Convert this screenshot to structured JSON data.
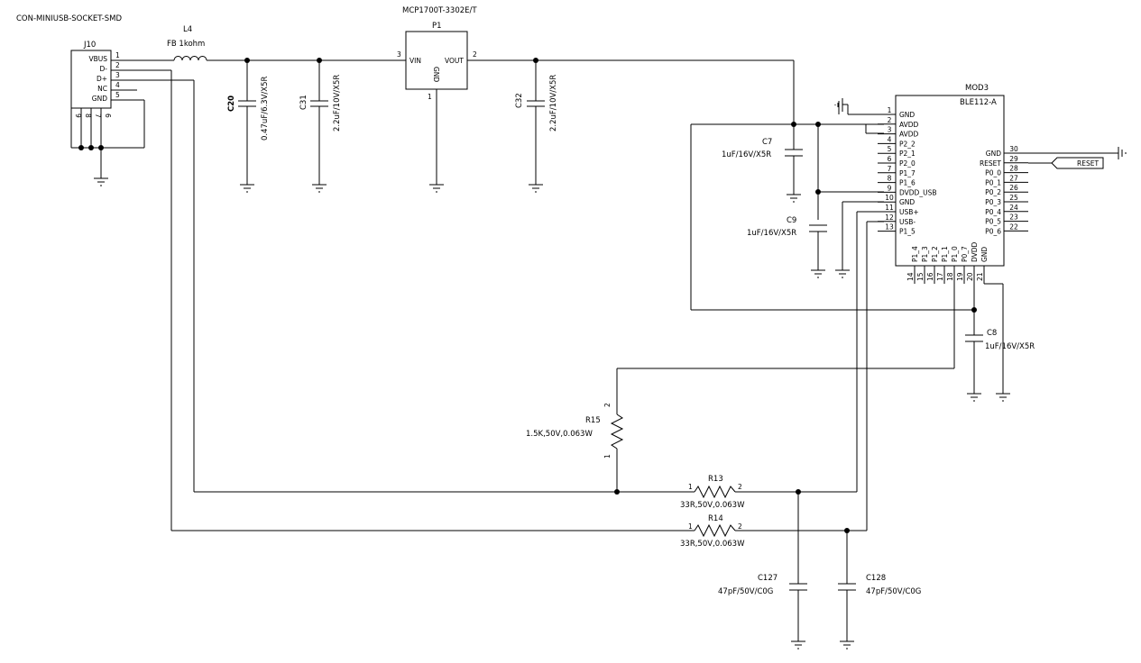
{
  "connector": {
    "title": "CON-MINIUSB-SOCKET-SMD",
    "ref": "J10",
    "pins": [
      "VBUS",
      "D-",
      "D+",
      "NC",
      "GND"
    ],
    "pin_numbers": [
      "1",
      "2",
      "3",
      "4",
      "5"
    ],
    "shield_pins": [
      "9",
      "8",
      "7",
      "6"
    ]
  },
  "ferrite": {
    "ref": "L4",
    "value": "FB 1kohm"
  },
  "regulator": {
    "part": "MCP1700T-3302E/T",
    "ref": "P1",
    "pin_vin": "VIN",
    "pin_vout": "VOUT",
    "pin_gnd": "GND",
    "pin_vin_num": "3",
    "pin_vout_num": "2",
    "pin_gnd_num": "1"
  },
  "caps": {
    "c20": {
      "ref": "C20",
      "value": "0.47uF/6.3V/X5R"
    },
    "c31": {
      "ref": "C31",
      "value": "2.2uF/10V/X5R"
    },
    "c32": {
      "ref": "C32",
      "value": "2.2uF/10V/X5R"
    },
    "c7": {
      "ref": "C7",
      "value": "1uF/16V/X5R"
    },
    "c9": {
      "ref": "C9",
      "value": "1uF/16V/X5R"
    },
    "c8": {
      "ref": "C8",
      "value": "1uF/16V/X5R"
    },
    "c127": {
      "ref": "C127",
      "value": "47pF/50V/C0G"
    },
    "c128": {
      "ref": "C128",
      "value": "47pF/50V/C0G"
    }
  },
  "module": {
    "ref": "MOD3",
    "part": "BLE112-A",
    "left_pins": [
      {
        "num": "1",
        "name": "GND"
      },
      {
        "num": "2",
        "name": "AVDD"
      },
      {
        "num": "3",
        "name": "AVDD"
      },
      {
        "num": "4",
        "name": "P2_2"
      },
      {
        "num": "5",
        "name": "P2_1"
      },
      {
        "num": "6",
        "name": "P2_0"
      },
      {
        "num": "7",
        "name": "P1_7"
      },
      {
        "num": "8",
        "name": "P1_6"
      },
      {
        "num": "9",
        "name": "DVDD_USB"
      },
      {
        "num": "10",
        "name": "GND"
      },
      {
        "num": "11",
        "name": "USB+"
      },
      {
        "num": "12",
        "name": "USB-"
      },
      {
        "num": "13",
        "name": "P1_5"
      }
    ],
    "right_pins": [
      {
        "num": "30",
        "name": "GND"
      },
      {
        "num": "29",
        "name": "RESET"
      },
      {
        "num": "28",
        "name": "P0_0"
      },
      {
        "num": "27",
        "name": "P0_1"
      },
      {
        "num": "26",
        "name": "P0_2"
      },
      {
        "num": "25",
        "name": "P0_3"
      },
      {
        "num": "24",
        "name": "P0_4"
      },
      {
        "num": "23",
        "name": "P0_5"
      },
      {
        "num": "22",
        "name": "P0_6"
      }
    ],
    "bottom_pins": [
      {
        "num": "14",
        "name": "P1_4"
      },
      {
        "num": "15",
        "name": "P1_3"
      },
      {
        "num": "16",
        "name": "P1_2"
      },
      {
        "num": "17",
        "name": "P1_1"
      },
      {
        "num": "18",
        "name": "P1_0"
      },
      {
        "num": "19",
        "name": "P0_7"
      },
      {
        "num": "20",
        "name": "DVDD"
      },
      {
        "num": "21",
        "name": "GND"
      }
    ],
    "reset_net": "RESET"
  },
  "resistors": {
    "r15": {
      "ref": "R15",
      "value": "1.5K,50V,0.063W",
      "pin_top": "2",
      "pin_bottom": "1"
    },
    "r13": {
      "ref": "R13",
      "value": "33R,50V,0.063W",
      "pin_left": "1",
      "pin_right": "2"
    },
    "r14": {
      "ref": "R14",
      "value": "33R,50V,0.063W",
      "pin_left": "1",
      "pin_right": "2"
    }
  }
}
